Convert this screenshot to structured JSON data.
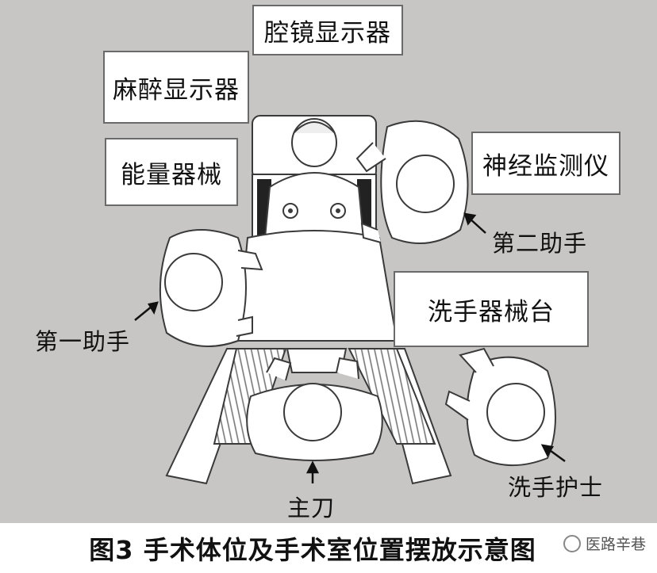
{
  "labels": {
    "laparoscope_monitor": "腔镜显示器",
    "anesthesia_monitor": "麻醉显示器",
    "energy_device": "能量器械",
    "nerve_monitor": "神经监测仪",
    "second_assistant": "第二助手",
    "first_assistant": "第一助手",
    "scrub_instrument_table": "洗手器械台",
    "surgeon": "主刀",
    "scrub_nurse": "洗手护士"
  },
  "caption": "图3 手术体位及手术室位置摆放示意图",
  "watermark": "医路辛巷",
  "colors": {
    "background": "#c8c6c4",
    "box_fill": "#ffffff",
    "line": "#3a3a3a"
  }
}
